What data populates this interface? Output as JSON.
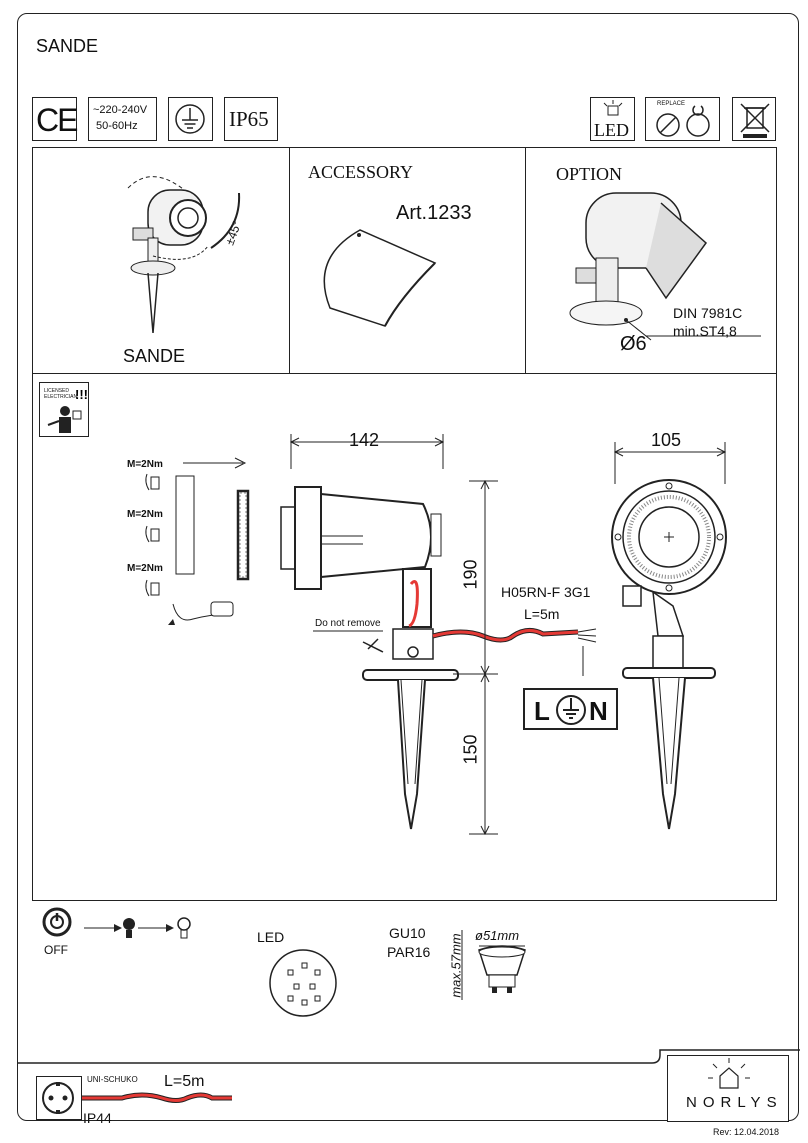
{
  "title": "SANDE",
  "header": {
    "voltage_line1": "~220-240V",
    "voltage_line2": "50-60Hz",
    "ip_rating": "IP65",
    "led_label": "LED",
    "replace_label": "REPLACE"
  },
  "panels": {
    "product_name": "SANDE",
    "tilt_angle": "±45°",
    "accessory_title": "ACCESSORY",
    "accessory_art": "Art.1233",
    "option_title": "OPTION",
    "option_screw_std": "DIN 7981C",
    "option_screw_size": "min.ST4,8",
    "option_diameter": "Ø6"
  },
  "drawing": {
    "licensed_line1": "LICENSED",
    "licensed_line2": "ELECTRICIAN",
    "torque_1": "M=2Nm",
    "torque_2": "M=2Nm",
    "torque_3": "M=2Nm",
    "width_side": "142",
    "width_front": "105",
    "height_upper": "190",
    "height_lower": "150",
    "cable_type": "H05RN-F 3G1",
    "cable_length": "L=5m",
    "do_not_remove": "Do not remove",
    "wiring_l": "L",
    "wiring_n": "N"
  },
  "bottom": {
    "off_label": "OFF",
    "led_label": "LED",
    "socket_type": "GU10",
    "lamp_type": "PAR16",
    "lamp_diameter": "ø51mm",
    "lamp_length": "max.57mm"
  },
  "footer": {
    "plug_type": "UNI-SCHUKO",
    "cable_length": "L=5m",
    "ip_rating": "IP44",
    "brand": "NORLYS",
    "revision": "Rev: 12.04.2018"
  },
  "colors": {
    "cable_red": "#e53935",
    "line": "#222222"
  }
}
